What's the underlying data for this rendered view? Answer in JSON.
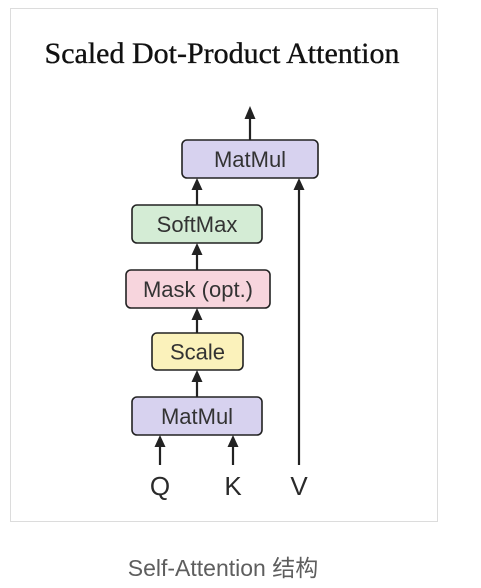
{
  "diagram": {
    "title": "Scaled Dot-Product Attention",
    "nodes": {
      "matmul_top": {
        "label": "MatMul",
        "fill": "#d7d2ef"
      },
      "softmax": {
        "label": "SoftMax",
        "fill": "#d4ecd5"
      },
      "mask": {
        "label": "Mask (opt.)",
        "fill": "#f7d5dd"
      },
      "scale": {
        "label": "Scale",
        "fill": "#fbf2bb"
      },
      "matmul_bottom": {
        "label": "MatMul",
        "fill": "#d7d2ef"
      }
    },
    "inputs": {
      "q": "Q",
      "k": "K",
      "v": "V"
    },
    "colors": {
      "stroke": "#222222",
      "frame": "#dcdcdc"
    }
  },
  "caption": "Self-Attention 结构"
}
